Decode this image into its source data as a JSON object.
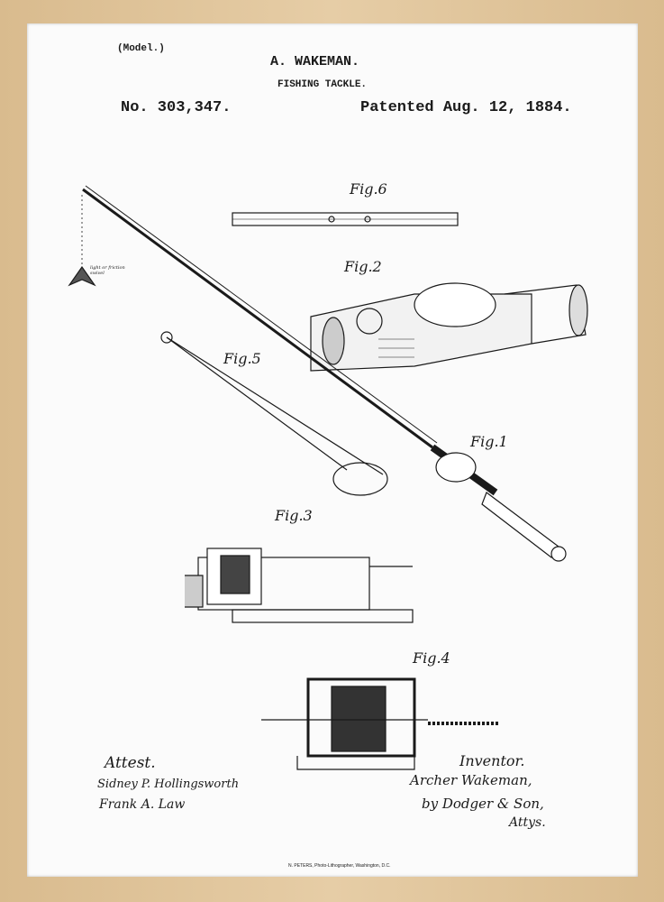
{
  "header": {
    "model_label": "(Model.)",
    "inventor": "A. WAKEMAN.",
    "title": "FISHING TACKLE.",
    "patent_number": "No. 303,347.",
    "patent_date": "Patented Aug. 12, 1884."
  },
  "figures": [
    "Fig.6",
    "Fig.2",
    "Fig.5",
    "Fig.1",
    "Fig.3",
    "Fig.4"
  ],
  "annotations": {
    "swivel_note": "light or friction swivel"
  },
  "signatures": {
    "attest_label": "Attest.",
    "witness_1": "Sidney P. Hollingsworth",
    "witness_2": "Frank A. Law",
    "inventor_label": "Inventor.",
    "inventor_name": "Archer Wakeman,",
    "attorneys": "by Dodger & Son,",
    "attys_label": "Attys."
  },
  "footer": {
    "printer": "N. PETERS, Photo-Lithographer, Washington, D.C."
  },
  "colors": {
    "frame": "#dcc096",
    "paper": "#fbfbfb",
    "ink": "#1a1a1a"
  }
}
